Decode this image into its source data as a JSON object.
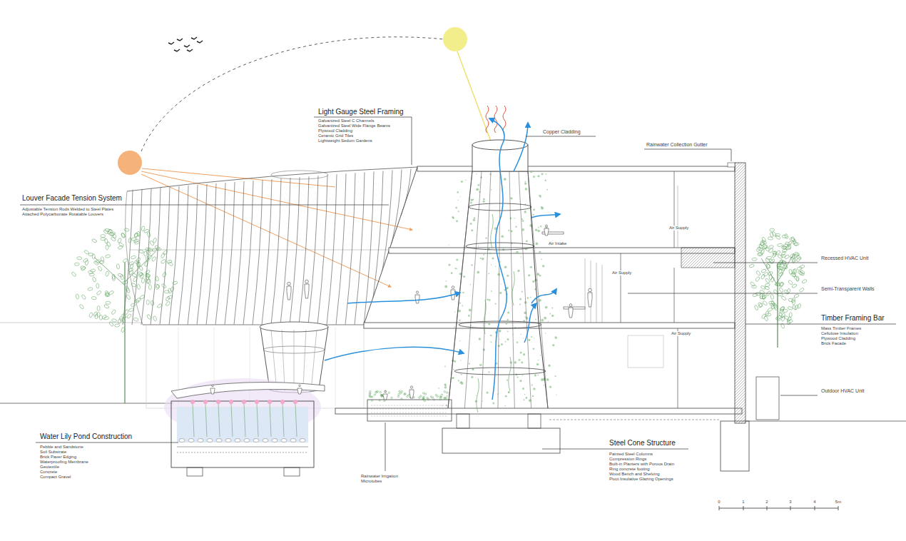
{
  "diagram": {
    "labels": [
      "Light Gauge Steel Framing",
      "Galvanized Steel C Channels",
      "Galvanized Steel Wide Flange Beams",
      "Plywood Cladding",
      "Ceramic Grid Tiles",
      "Lightweight Sedum Gardens",
      "Copper Cladding",
      "Rainwater Collection Gutter",
      "Louver Facade Tension System",
      "Adjustable Tension Rods Welded to Steel Plates",
      "Attached Polycarbonate Rotatable Louvers",
      "Air Supply",
      "Air Intake",
      "Air Supply",
      "Air Supply",
      "Recessed HVAC Unit",
      "Semi-Transparent Walls",
      "Timber Framing Bar",
      "Mass Timber Frames",
      "Cellulose Insulation",
      "Plywood Cladding",
      "Brick Facade",
      "Outdoor HVAC Unit",
      "Water Lily Pond Construction",
      "Pebble and Sandstone",
      "Soil Substrate",
      "Brick Paver Edging",
      "Waterproofing Membrane",
      "Geotextile",
      "Concrete",
      "Compact Gravel",
      "Rainwater Irrigation Microtubes",
      "Steel Cone Structure",
      "Painted Steel Columns",
      "Compression Rings",
      "Built-in Planters with Porous Drain",
      "Ring concrete footing",
      "Wood Bench and Shelving",
      "Pivot Insulative Glazing Openings",
      "0",
      "1",
      "2",
      "3",
      "4",
      "5m"
    ]
  }
}
